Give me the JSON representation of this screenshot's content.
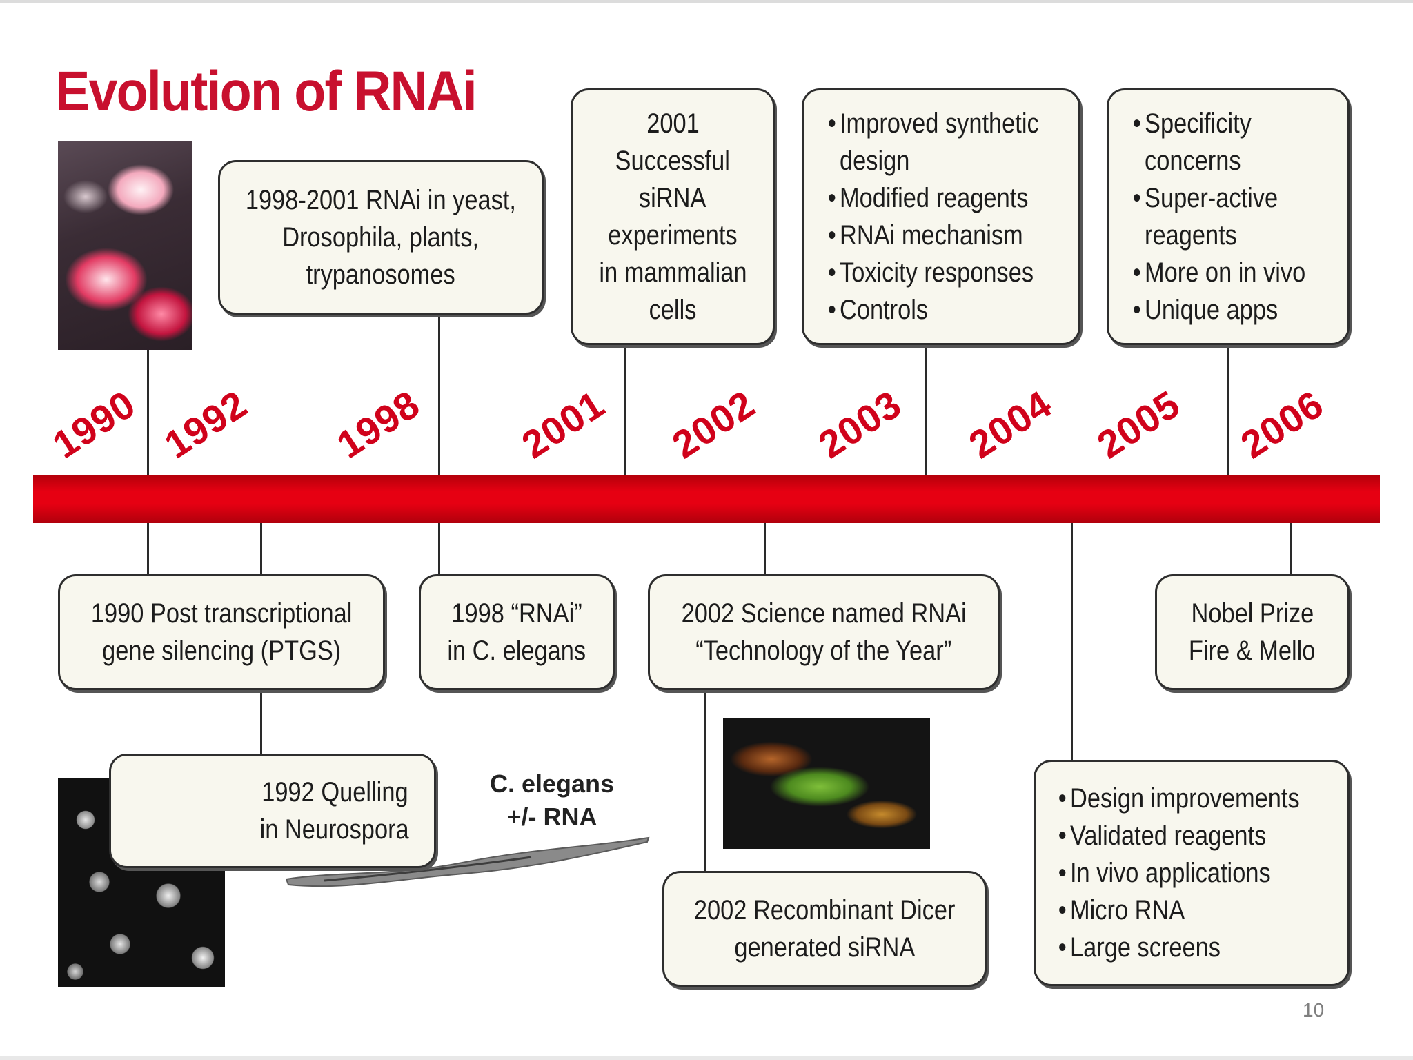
{
  "title": "Evolution of RNAi",
  "slide_number": "10",
  "years": [
    "1990",
    "1992",
    "1998",
    "2001",
    "2002",
    "2003",
    "2004",
    "2005",
    "2006"
  ],
  "top_boxes": {
    "box_1998_2001": [
      "1998-2001 RNAi in yeast,",
      "Drosophila, plants,",
      "trypanosomes"
    ],
    "box_2001": [
      "2001",
      "Successful",
      "siRNA",
      "experiments",
      "in mammalian",
      "cells"
    ],
    "box_2003": [
      "Improved synthetic",
      "design",
      "Modified reagents",
      "RNAi mechanism",
      "Toxicity responses",
      "Controls"
    ],
    "box_2006": [
      "Specificity",
      "concerns",
      "Super-active",
      "reagents",
      "More on in vivo",
      "Unique apps"
    ]
  },
  "bottom_boxes": {
    "box_1990": [
      "1990 Post transcriptional",
      "gene silencing (PTGS)"
    ],
    "box_1998": [
      "1998 “RNAi”",
      "in C. elegans"
    ],
    "box_2002_science": [
      "2002 Science named RNAi",
      "“Technology of the Year”"
    ],
    "box_nobel": [
      "Nobel Prize",
      "Fire & Mello"
    ],
    "box_1992": [
      "1992 Quelling",
      "in Neurospora"
    ],
    "box_2002_dicer": [
      "2002 Recombinant Dicer",
      "generated siRNA"
    ],
    "box_2004": [
      "Design improvements",
      "Validated reagents",
      "In vivo applications",
      "Micro RNA",
      "Large screens"
    ]
  },
  "worm_label": [
    "C. elegans",
    "+/- RNA"
  ]
}
